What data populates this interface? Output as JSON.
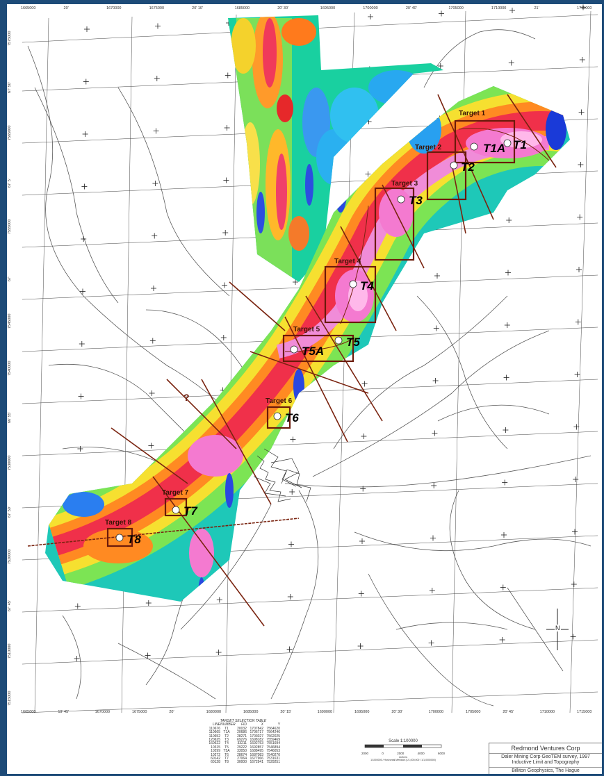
{
  "targets": [
    {
      "title": "Target 1",
      "code": "T1"
    },
    {
      "title": "Target 2",
      "code": "T2"
    },
    {
      "title": "Target 3",
      "code": "T3"
    },
    {
      "title": "Target 4",
      "code": "T4"
    },
    {
      "title": "Target 5",
      "code": "T5"
    },
    {
      "title": "Target 6",
      "code": "T6"
    },
    {
      "title": "Target 7",
      "code": "T7"
    },
    {
      "title": "Target 8",
      "code": "T8"
    }
  ],
  "extra_codes": {
    "t1a": "T1A",
    "t5a": "T5A"
  },
  "question_mark": "?",
  "top_ticks": [
    "1665000",
    "20'",
    "1670000",
    "1675000",
    "20' 10'",
    "1685000",
    "20' 30'",
    "1695000",
    "1700000",
    "20' 40'",
    "1705000",
    "1710000",
    "21'",
    "1715000"
  ],
  "bottom_ticks": [
    "1665000",
    "19' 45'",
    "1670000",
    "1675000",
    "20'",
    "1680000",
    "1685000",
    "20' 15'",
    "1690000",
    "1695000",
    "20' 30'",
    "1700000",
    "1705000",
    "20' 45'",
    "1710000",
    "1715000"
  ],
  "left_ticks": [
    "7575000",
    "67' 50'",
    "7565000",
    "67' 5'",
    "7555000",
    "67'",
    "7545000",
    "7540000",
    "66' 55'",
    "7530000",
    "67' 50'",
    "7520000",
    "67' 45'",
    "7510000",
    "7515000"
  ],
  "table": {
    "title": "TARGET SELECTION TABLE",
    "headers": [
      "LINE",
      "NUMBER",
      "FID",
      "X",
      "Y"
    ],
    "rows": [
      [
        "110676",
        "T1",
        "20032",
        "1707842",
        "7564620"
      ],
      [
        "110665",
        "T1A",
        "20686",
        "1706717",
        "7564246"
      ],
      [
        "110652",
        "T2",
        "28271",
        "1703027",
        "7562025"
      ],
      [
        "120625",
        "T3",
        "69276",
        "1698182",
        "7559469"
      ],
      [
        "160622",
        "T4",
        "33211",
        "1692753",
        "7551694"
      ],
      [
        "10315",
        "T5",
        "29222",
        "1692857",
        "7546894"
      ],
      [
        "10299",
        "T5A",
        "33050",
        "1688495",
        "7546053"
      ],
      [
        "10272",
        "T6",
        "28674",
        "1687083",
        "7540270"
      ],
      [
        "60142",
        "T7",
        "27064",
        "1677966",
        "7531631"
      ],
      [
        "60128",
        "T8",
        "30000",
        "1672941",
        "7529251"
      ]
    ]
  },
  "scale": {
    "label": "Scale 1:100000",
    "ticks": [
      "2000",
      "0",
      "2000",
      "4000",
      "6000"
    ],
    "unit": "metres",
    "note": "1/1000000 / Horizontal Meridian (1/1,000,000 / 1/1,0000000)"
  },
  "titlebox": {
    "company": "Redmond Ventures Corp",
    "desc1": "Daler Mining Corp GeoTEM survey, 1997",
    "desc2": "Inductive Limit and Topography",
    "credit": "Billiton Geophysics, The Hague"
  },
  "north_label": "N",
  "colors": {
    "frame": "#1d4b78",
    "target_box": "#6b1a0a",
    "fault": "#7a2410",
    "hot": "#ff3a7a",
    "magenta": "#f08cd8",
    "road": "#555555"
  }
}
